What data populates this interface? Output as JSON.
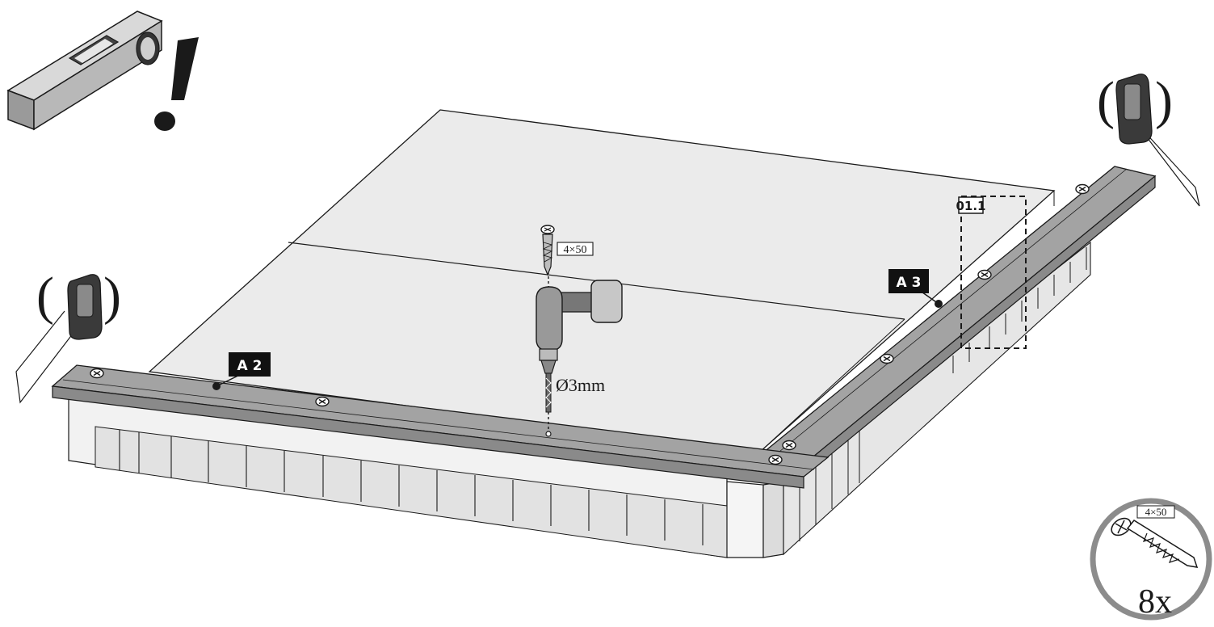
{
  "labels": {
    "part_a2": "A 2",
    "part_a3": "A 3",
    "detail_ref": "01.1",
    "screw_size": "4×50",
    "drill_bit": "Ø3mm",
    "pack_screw_size": "4×50",
    "pack_quantity": "8x"
  },
  "icons": [
    "spirit-level-icon",
    "attention-exclamation-icon",
    "clip-icon",
    "drill-icon",
    "screw-icon"
  ],
  "colors": {
    "panel": "#ebebeb",
    "rail": "#a3a3a3",
    "outline": "#1a1a1a",
    "label_bg": "#111111",
    "label_text": "#ffffff"
  }
}
